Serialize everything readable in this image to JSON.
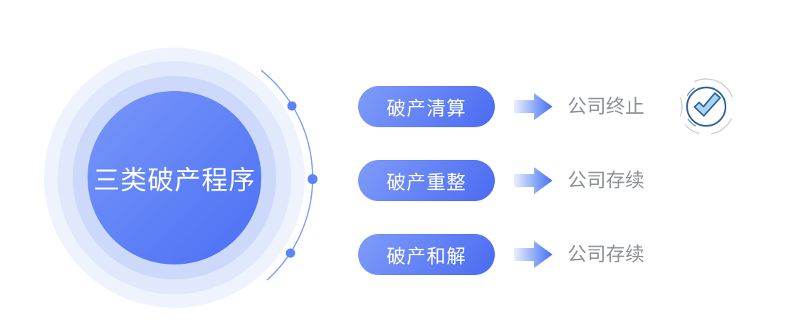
{
  "hub": {
    "title": "三类破产程序"
  },
  "rows": [
    {
      "label": "破产清算",
      "result": "公司终止"
    },
    {
      "label": "破产重整",
      "result": "公司存续"
    },
    {
      "label": "破产和解",
      "result": "公司存续"
    }
  ],
  "badge": {
    "icon": "check-circle-icon"
  },
  "colors": {
    "core_gradient_start": "#7897f8",
    "core_gradient_end": "#4a6ff5",
    "ring_outer": "#eff3fd",
    "ring_mid": "#e0e8fc",
    "ring_inner": "#cdd9fa",
    "pill_gradient_start": "#7f9cf9",
    "pill_gradient_end": "#4a6bf2",
    "arrow_gradient_start": "#e9effe",
    "arrow_gradient_end": "#4470f5",
    "arc_line": "#7e9ef8",
    "dot": "#5b84f7",
    "result_text": "#8d9299",
    "title_text": "#ffffff",
    "check_fill": "#a9d3f4",
    "check_stroke": "#2e639c",
    "badge_arc_gray": "#c9ccd2",
    "badge_arc_navy": "#7096b4"
  }
}
